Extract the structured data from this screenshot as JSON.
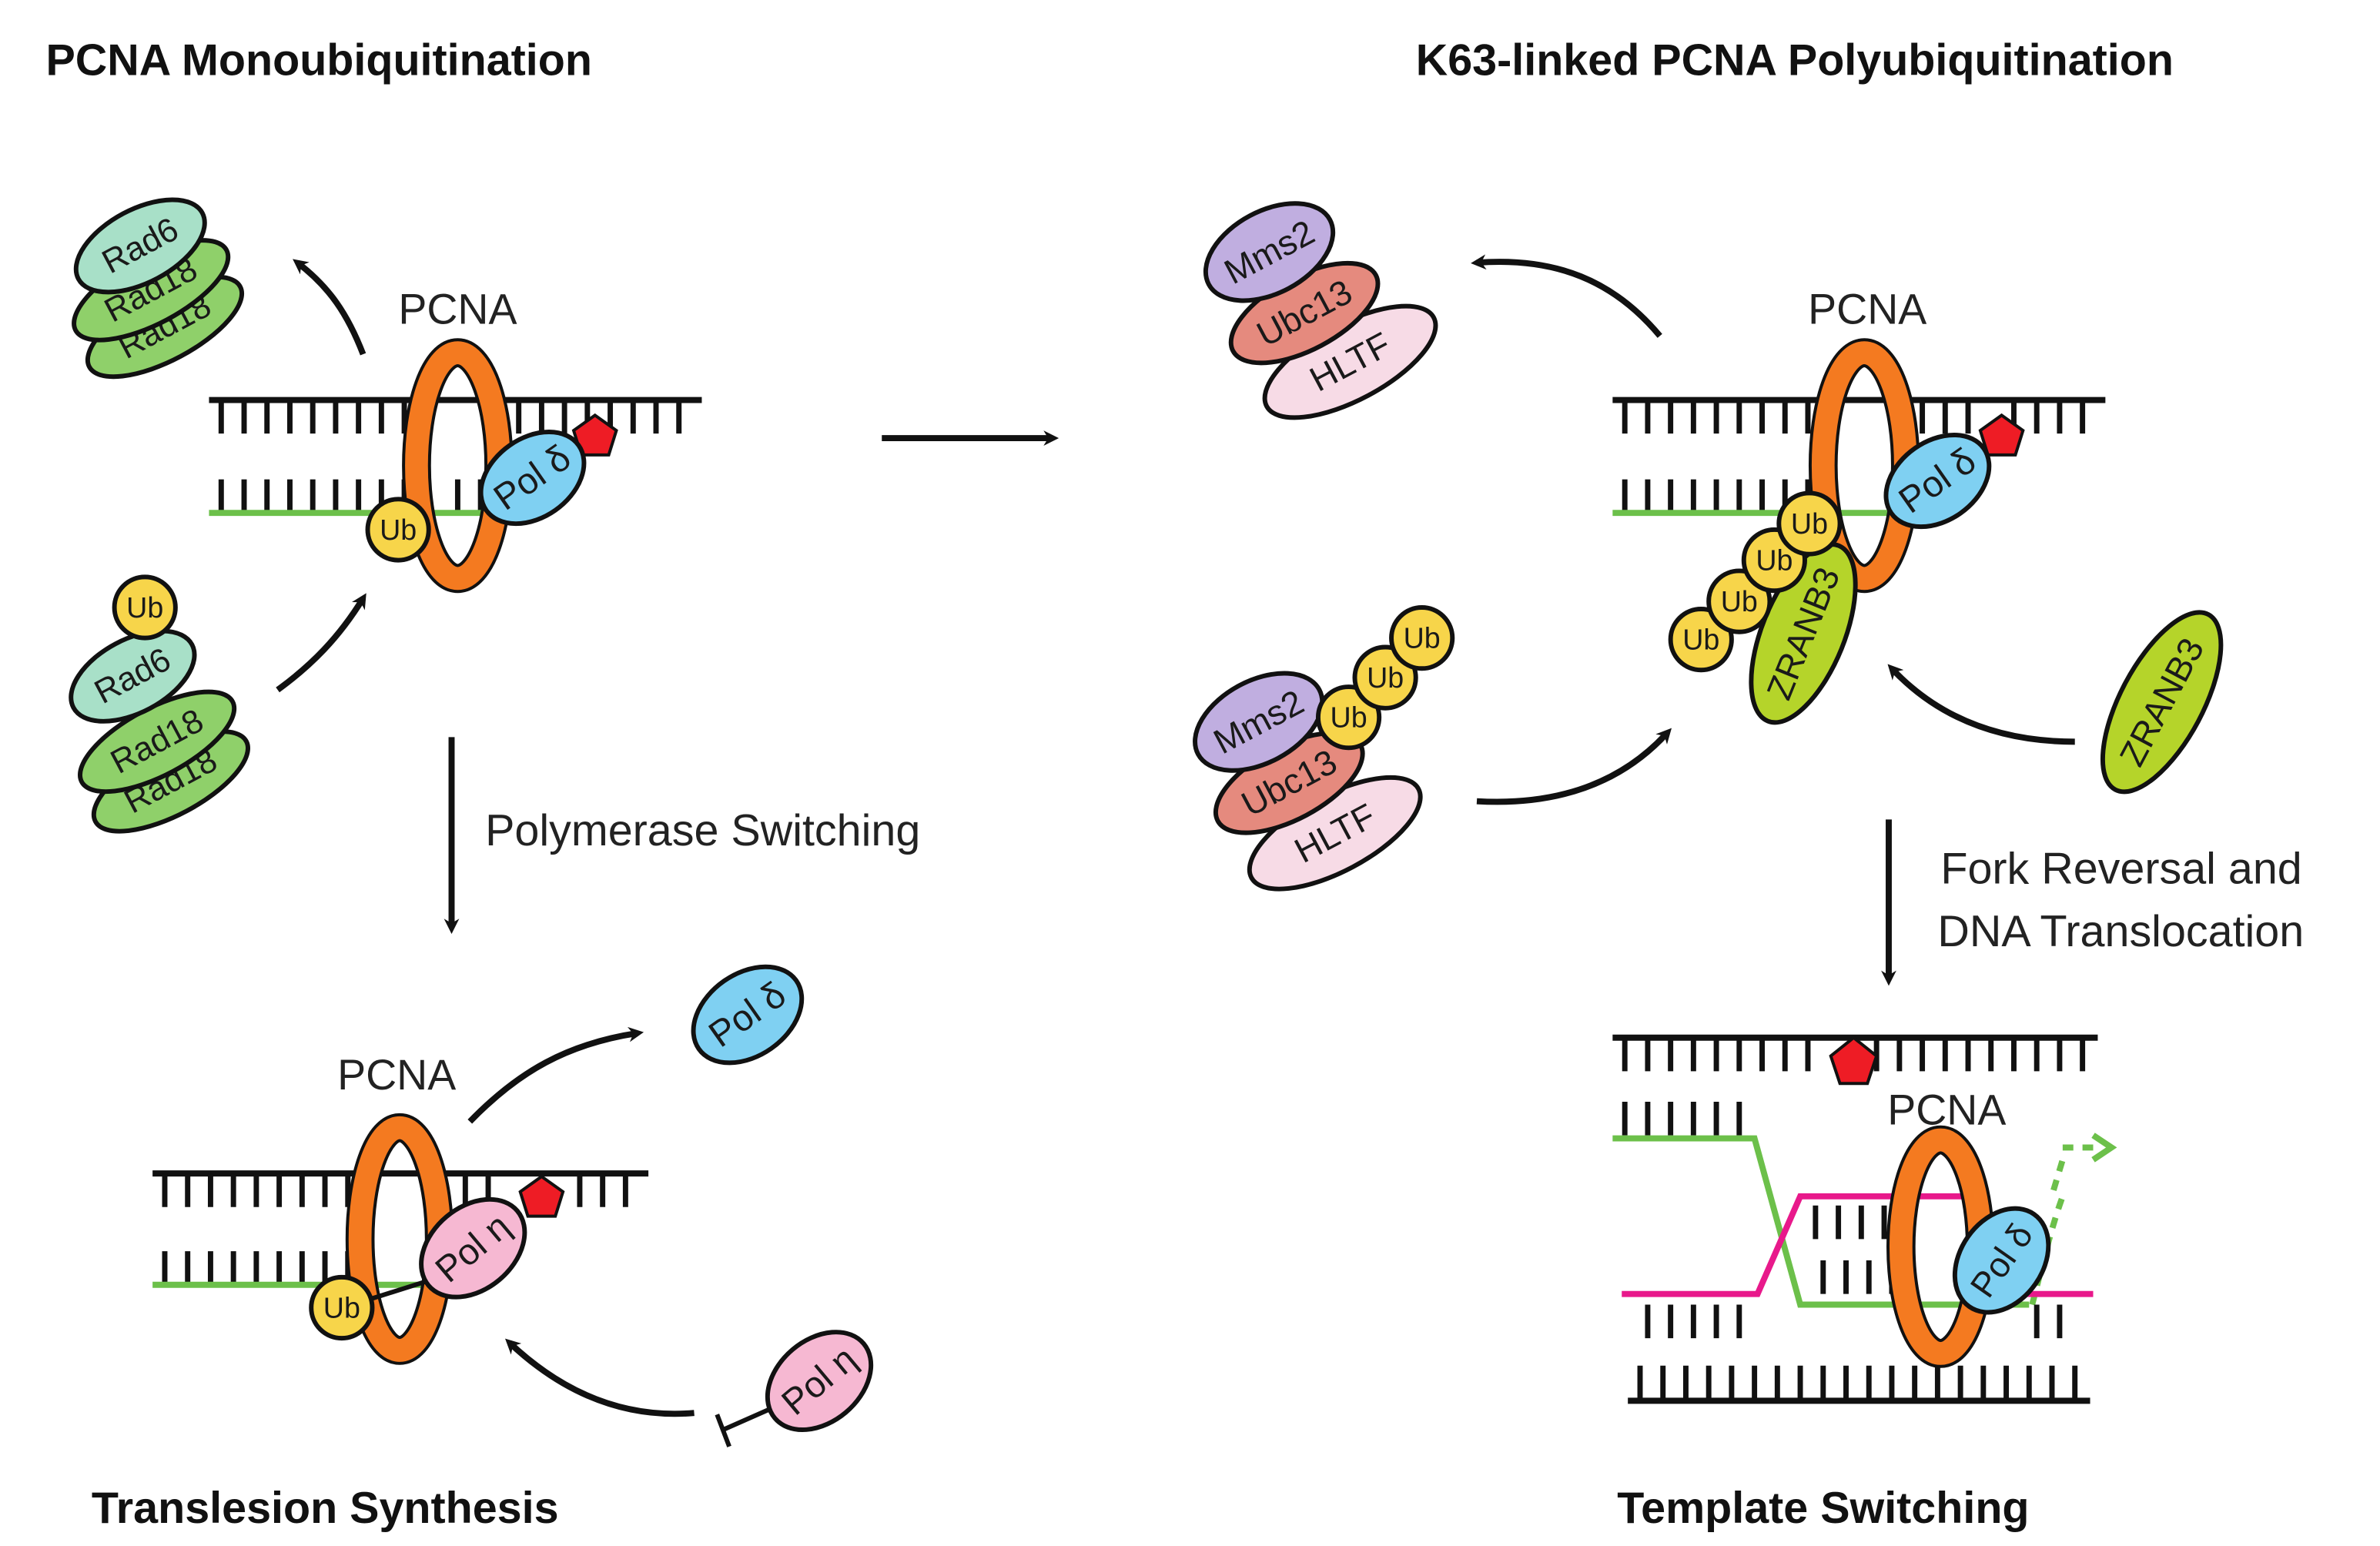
{
  "titles": {
    "mono": "PCNA Monoubiquitination",
    "poly": "K63-linked PCNA Polyubiquitination",
    "tls": "Translesion Synthesis",
    "ts": "Template Switching"
  },
  "labels": {
    "pcna": "PCNA",
    "polymerase_switching": "Polymerase Switching",
    "fork_reversal_1": "Fork Reversal and",
    "fork_reversal_2": "DNA Translocation"
  },
  "proteins": {
    "rad6": "Rad6",
    "rad18": "Rad18",
    "ub": "Ub",
    "pol_delta": "Pol δ",
    "pol_eta": "Pol η",
    "mms2": "Mms2",
    "ubc13": "Ubc13",
    "hltf": "HLTF",
    "zranb3": "ZRANB3"
  },
  "colors": {
    "rad6": "#a8e0c8",
    "rad18": "#8fd06a",
    "ub": "#f7d54a",
    "pcna": "#f47a20",
    "pol_delta": "#7fd0f2",
    "pol_eta": "#f6b8d2",
    "lesion": "#ee1c25",
    "mms2": "#c0aee0",
    "ubc13": "#e58a7e",
    "hltf": "#f7dbe6",
    "zranb3": "#b5d42a",
    "nascent_green": "#6cc04a",
    "nascent_pink": "#e8198b"
  }
}
